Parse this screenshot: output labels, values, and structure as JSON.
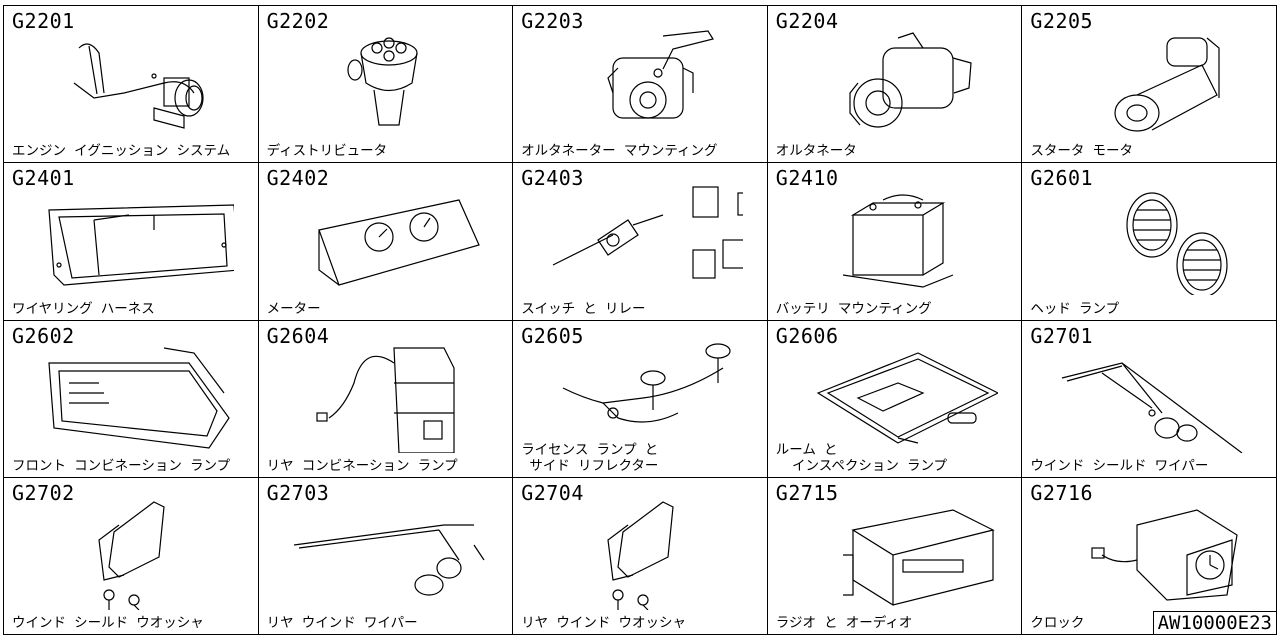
{
  "diagram_id": "AW10000E23",
  "cells": [
    {
      "code": "G2201",
      "label": "エンジン イグニッション システム",
      "icon": "ignition-system-icon"
    },
    {
      "code": "G2202",
      "label": "ディストリビュータ",
      "icon": "distributor-icon"
    },
    {
      "code": "G2203",
      "label": "オルタネーター マウンティング",
      "icon": "alternator-mounting-icon"
    },
    {
      "code": "G2204",
      "label": "オルタネータ",
      "icon": "alternator-icon"
    },
    {
      "code": "G2205",
      "label": "スタータ モータ",
      "icon": "starter-motor-icon"
    },
    {
      "code": "G2401",
      "label": "ワイヤリング ハーネス",
      "icon": "wiring-harness-icon"
    },
    {
      "code": "G2402",
      "label": "メーター",
      "icon": "meter-icon"
    },
    {
      "code": "G2403",
      "label": "スイッチ と リレー",
      "icon": "switch-relay-icon"
    },
    {
      "code": "G2410",
      "label": "バッテリ マウンティング",
      "icon": "battery-icon"
    },
    {
      "code": "G2601",
      "label": "ヘッド ランプ",
      "icon": "headlamp-icon"
    },
    {
      "code": "G2602",
      "label": "フロント コンビネーション ランプ",
      "icon": "front-combination-lamp-icon"
    },
    {
      "code": "G2604",
      "label": "リヤ コンビネーション ランプ",
      "icon": "rear-combination-lamp-icon"
    },
    {
      "code": "G2605",
      "label": "ライセンス ランプ と\n サイド リフレクター",
      "icon": "license-lamp-icon"
    },
    {
      "code": "G2606",
      "label": "ルーム と\n  インスペクション ランプ",
      "icon": "room-lamp-icon"
    },
    {
      "code": "G2701",
      "label": "ウインド シールド ワイパー",
      "icon": "windshield-wiper-icon"
    },
    {
      "code": "G2702",
      "label": "ウインド シールド ウオッシャ",
      "icon": "windshield-washer-icon"
    },
    {
      "code": "G2703",
      "label": "リヤ ウインド ワイパー",
      "icon": "rear-wiper-icon"
    },
    {
      "code": "G2704",
      "label": "リヤ ウインド ウオッシャ",
      "icon": "rear-washer-icon"
    },
    {
      "code": "G2715",
      "label": "ラジオ と オーディオ",
      "icon": "radio-audio-icon"
    },
    {
      "code": "G2716",
      "label": "クロック",
      "icon": "clock-icon"
    }
  ]
}
